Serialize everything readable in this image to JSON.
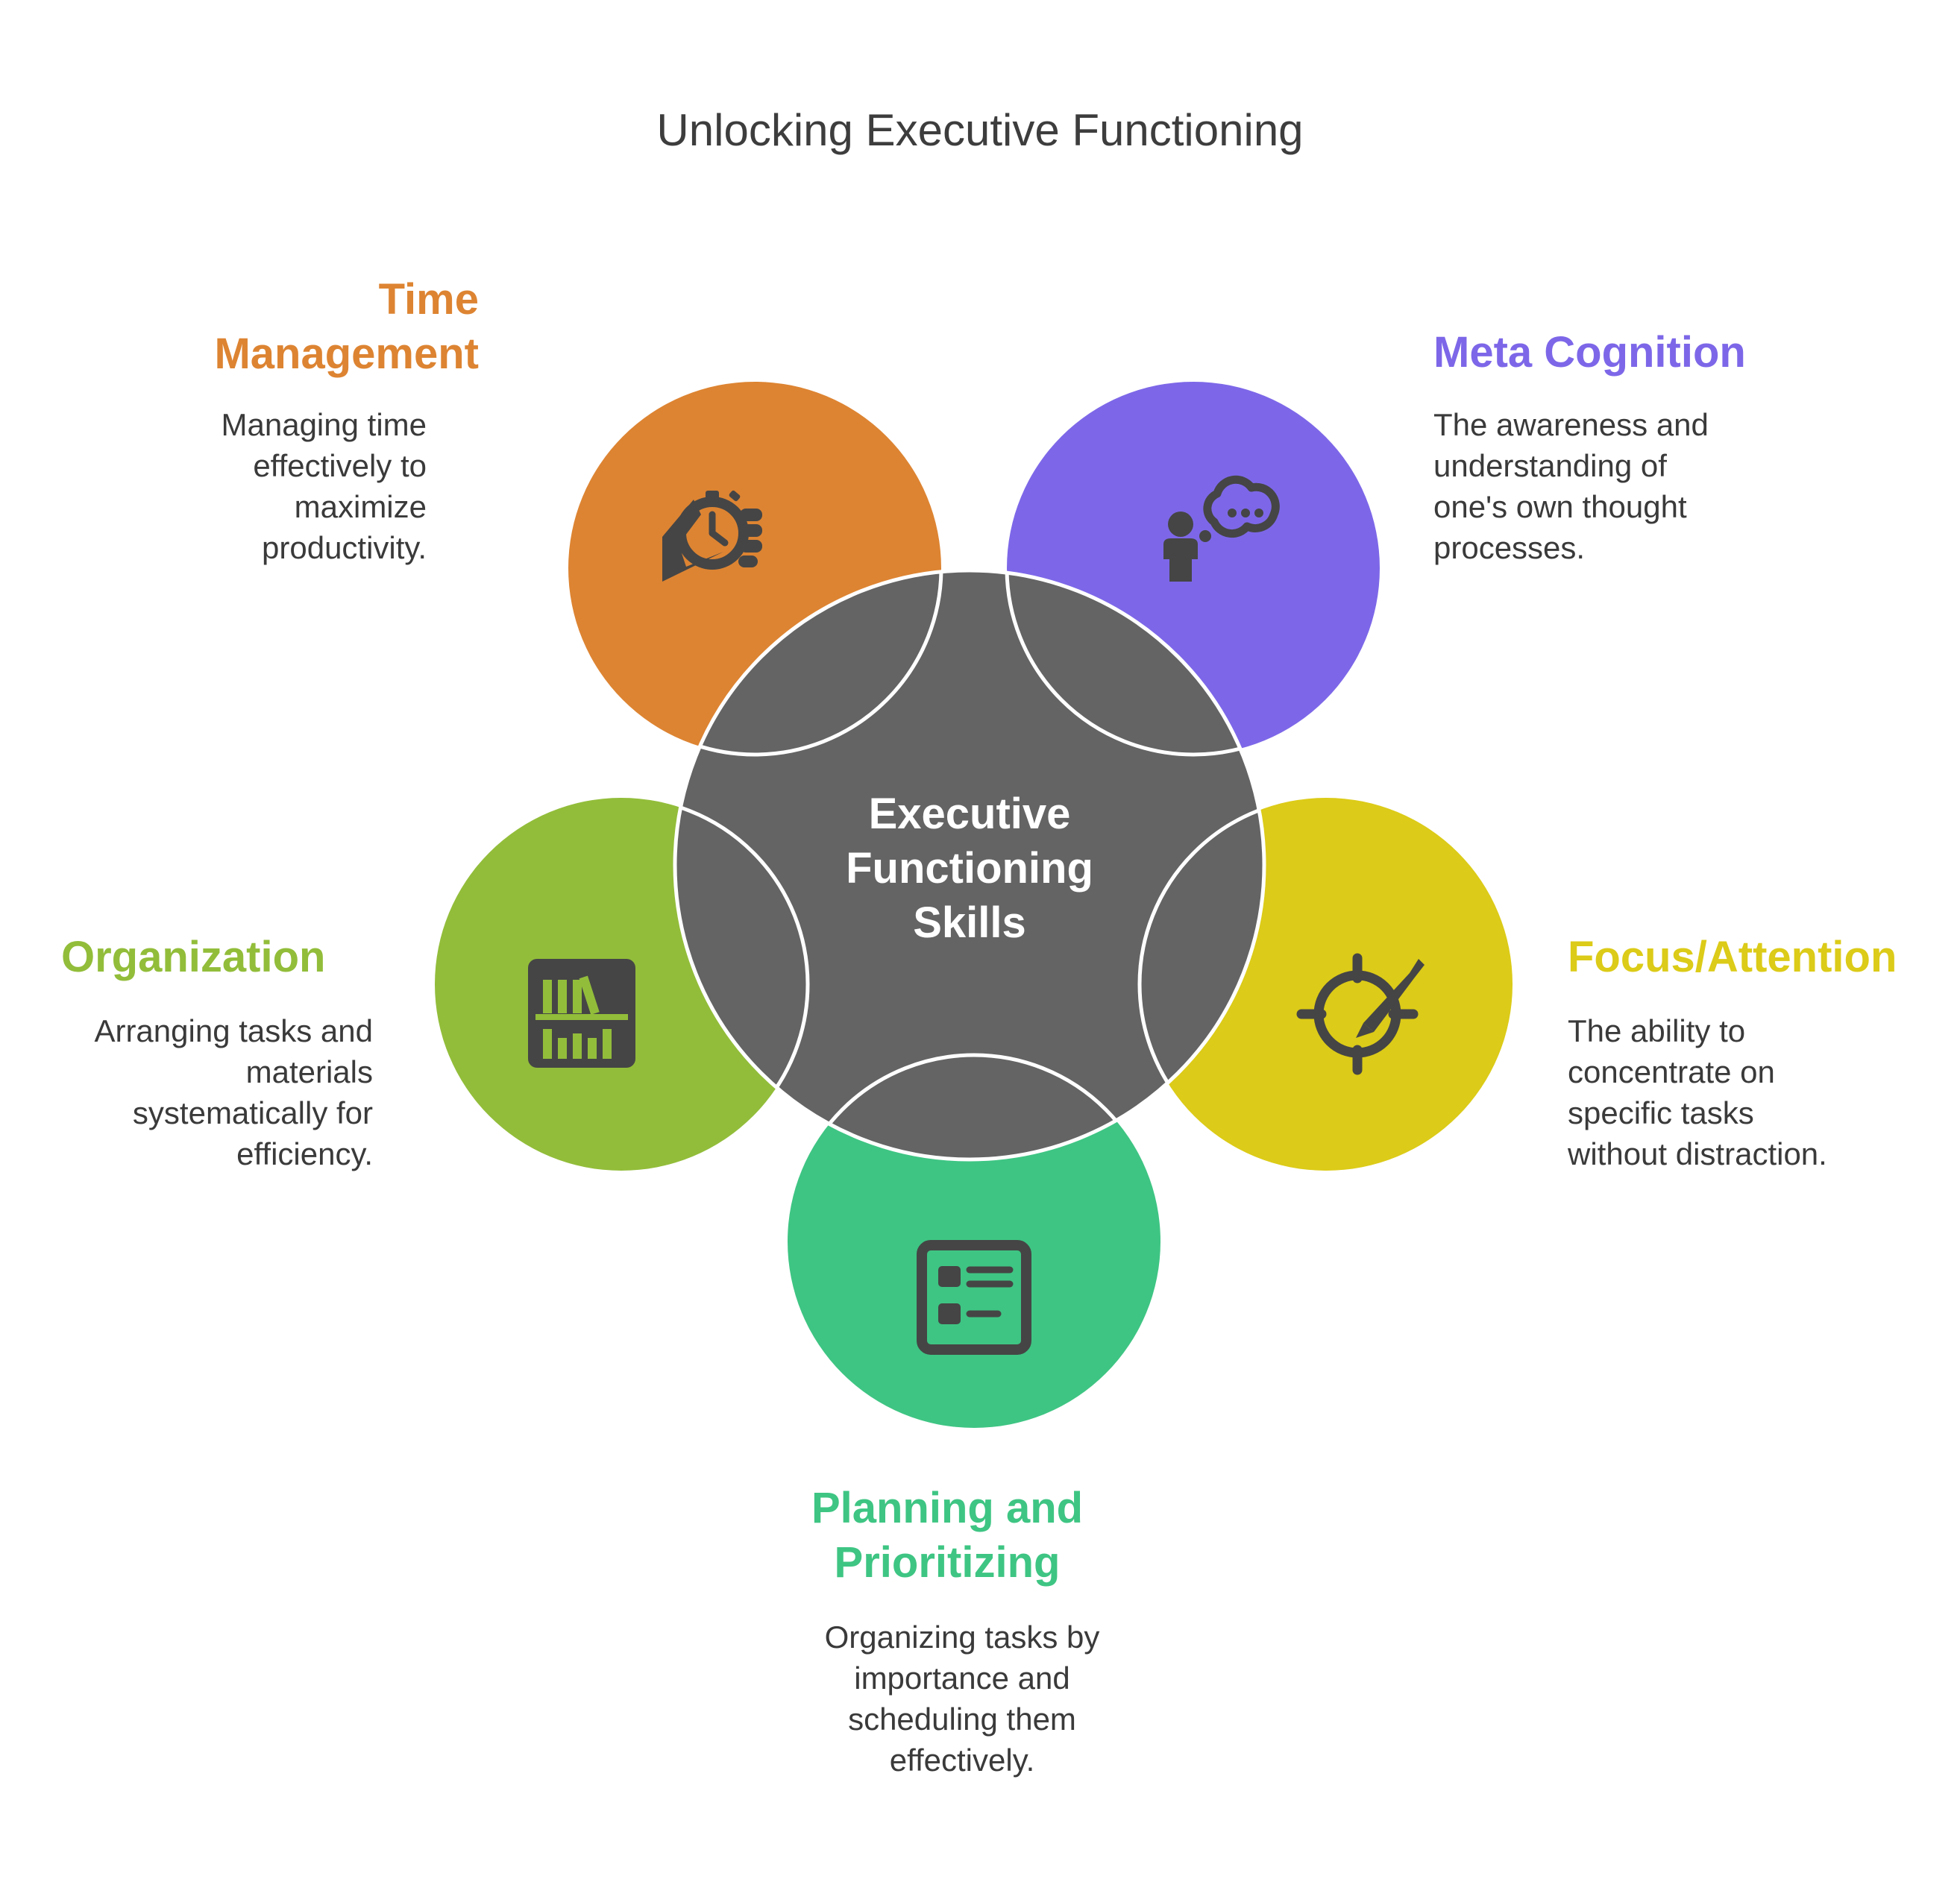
{
  "title": "Unlocking Executive Functioning",
  "center": {
    "label": "Executive\nFunctioning\nSkills",
    "color": "#646464"
  },
  "outline_color": "#ffffff",
  "icon_color": "#454545",
  "skills": [
    {
      "id": "time-management",
      "title": "Time\nManagement",
      "description": "Managing time\neffectively to\nmaximize\nproductivity.",
      "color": "#dd8432",
      "icon": "stopwatch-hand-icon"
    },
    {
      "id": "meta-cognition",
      "title": "Meta Cognition",
      "description": "The awareness and\nunderstanding of\none's own thought\nprocesses.",
      "color": "#7d67e8",
      "icon": "person-thought-bubble-icon"
    },
    {
      "id": "focus-attention",
      "title": "Focus/Attention",
      "description": "The ability to\nconcentrate on\nspecific tasks\nwithout distraction.",
      "color": "#dccb18",
      "icon": "target-pen-icon"
    },
    {
      "id": "planning-prioritizing",
      "title": "Planning and\nPrioritizing",
      "description": "Organizing tasks by\nimportance and\nscheduling them\neffectively.",
      "color": "#3ec583",
      "icon": "checklist-icon"
    },
    {
      "id": "organization",
      "title": "Organization",
      "description": "Arranging tasks and\nmaterials\nsystematically for\nefficiency.",
      "color": "#92bd3a",
      "icon": "bookshelf-icon"
    }
  ]
}
